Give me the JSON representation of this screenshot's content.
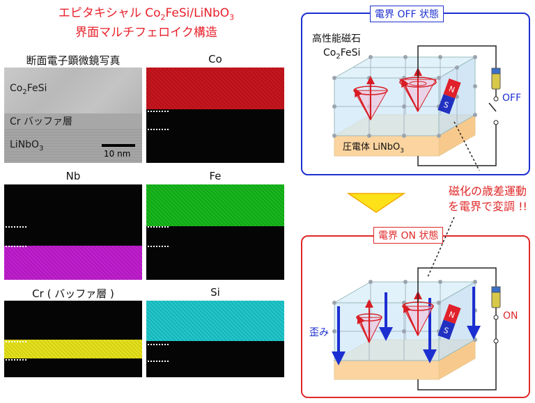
{
  "title": {
    "line1_pre": "エピタキシャル Co",
    "line1_sub1": "2",
    "line1_mid": "FeSi/LiNbO",
    "line1_sub2": "3",
    "line2": "界面マルチフェロイク構造"
  },
  "panels": {
    "tem": {
      "label": "断面電子顕微鏡写真",
      "layer_top_pre": "Co",
      "layer_top_sub": "2",
      "layer_top_post": "FeSi",
      "layer_mid": "Cr バッファ層",
      "layer_bot_pre": "LiNbO",
      "layer_bot_sub": "3",
      "scale": "10 nm"
    },
    "co": {
      "label": "Co",
      "color": "#c8141c"
    },
    "nb": {
      "label": "Nb",
      "color": "#c21ed0"
    },
    "fe": {
      "label": "Fe",
      "color": "#16b81b"
    },
    "cr": {
      "label": "Cr ( バッファ層 )",
      "color": "#e6e21a"
    },
    "si": {
      "label": "Si",
      "color": "#1fc8cc"
    }
  },
  "diagram": {
    "off": {
      "title": "電界 OFF 状態",
      "magnet_pre": "高性能磁石",
      "magnet_co": "Co",
      "magnet_sub": "2",
      "magnet_post": "FeSi",
      "substrate_pre": "圧電体 LiNbO",
      "substrate_sub": "3",
      "switch": "OFF",
      "border_color": "#1c2fd0"
    },
    "on": {
      "title": "電界 ON 状態",
      "strain": "歪み",
      "switch": "ON",
      "border_color": "#e02828"
    },
    "note_line1": "磁化の歳差運動",
    "note_line2": "を電界で変調 !!",
    "magnet_n": "N",
    "magnet_s": "S"
  }
}
